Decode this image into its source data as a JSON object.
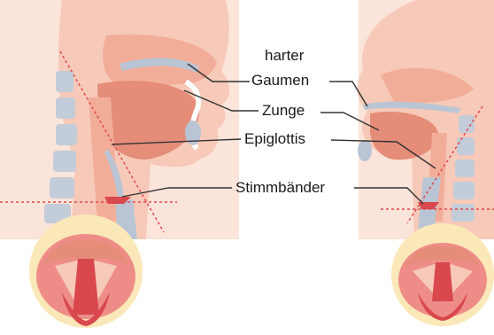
{
  "labels": {
    "harter": "harter",
    "gaumen": "Gaumen",
    "zunge": "Zunge",
    "epiglottis": "Epiglottis",
    "stimmbaender": "Stimmbänder"
  },
  "colors": {
    "background_band": "#fbe4da",
    "skin_light": "#f6c9b8",
    "skin_mid": "#f2ad98",
    "tissue_dark": "#e58d78",
    "palate_grey": "#b9c5d4",
    "spine_grey": "#c3ccd9",
    "leader_line": "#333333",
    "dashed_axis": "#e0474c",
    "circle_fill": "#fbe8b8",
    "larynx_red": "#d9484c",
    "larynx_pink": "#ee8d88"
  }
}
